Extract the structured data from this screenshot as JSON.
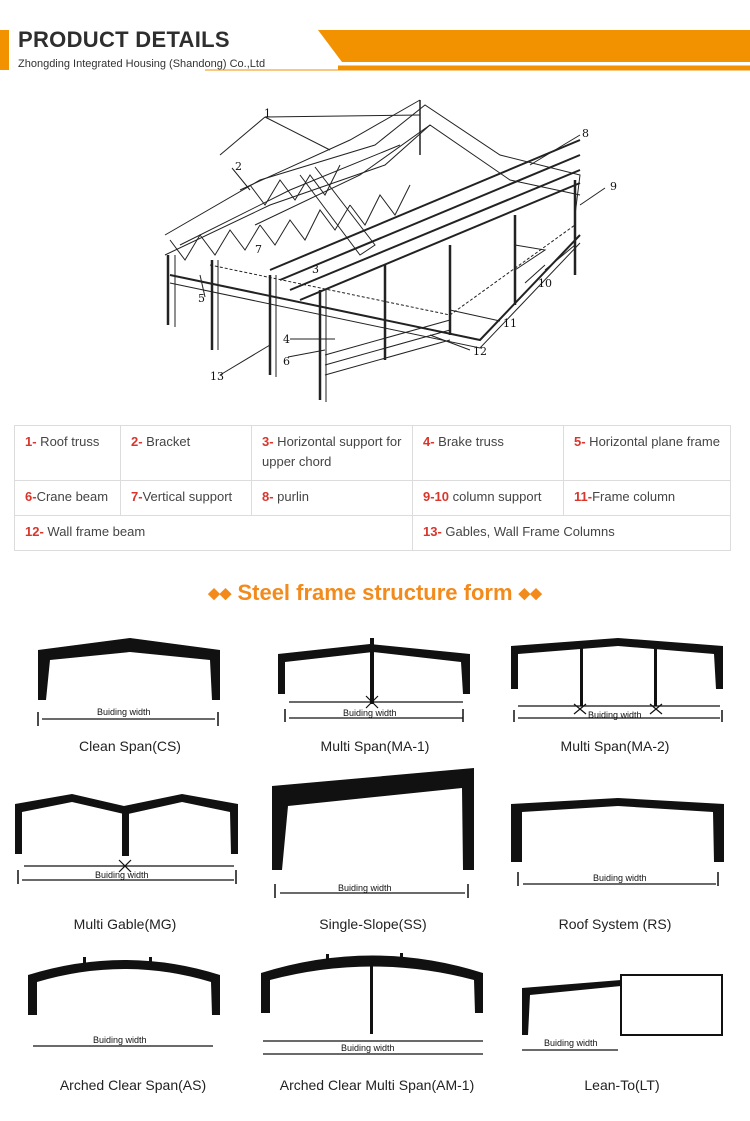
{
  "header": {
    "title": "PRODUCT DETAILS",
    "subtitle": "Zhongding Integrated Housing (Shandong) Co.,Ltd",
    "accent_color": "#f39200"
  },
  "diagram": {
    "labels": [
      "1",
      "2",
      "3",
      "4",
      "5",
      "6",
      "7",
      "8",
      "9",
      "10",
      "11",
      "12",
      "13"
    ]
  },
  "legend": {
    "rows": [
      [
        {
          "num": "1-",
          "text": " Roof truss"
        },
        {
          "num": "2-",
          "text": " Bracket"
        },
        {
          "num": "3-",
          "text": " Horizontal support for upper chord"
        },
        {
          "num": "4-",
          "text": " Brake truss"
        },
        {
          "num": "5-",
          "text": " Horizontal plane frame"
        }
      ],
      [
        {
          "num": "6-",
          "text": "Crane beam"
        },
        {
          "num": "7-",
          "text": "Vertical support"
        },
        {
          "num": "8-",
          "text": " purlin"
        },
        {
          "num": "9-10",
          "text": " column support"
        },
        {
          "num": "11-",
          "text": "Frame column"
        }
      ],
      [
        {
          "num": "12-",
          "text": " Wall frame beam"
        },
        {
          "num": "13-",
          "text": " Gables, Wall Frame Columns"
        }
      ]
    ]
  },
  "section": {
    "title": "Steel frame structure form",
    "diamond": "◆◆"
  },
  "forms": {
    "width_label": "Buiding width",
    "items": [
      {
        "caption": "Clean Span(CS)"
      },
      {
        "caption": "Multi Span(MA-1)"
      },
      {
        "caption": "Multi Span(MA-2)"
      },
      {
        "caption": "Multi Gable(MG)"
      },
      {
        "caption": "Single-Slope(SS)"
      },
      {
        "caption": "Roof System (RS)"
      },
      {
        "caption": "Arched Clear Span(AS)"
      },
      {
        "caption": "Arched Clear Multi Span(AM-1)"
      },
      {
        "caption": "Lean-To(LT)"
      }
    ]
  }
}
